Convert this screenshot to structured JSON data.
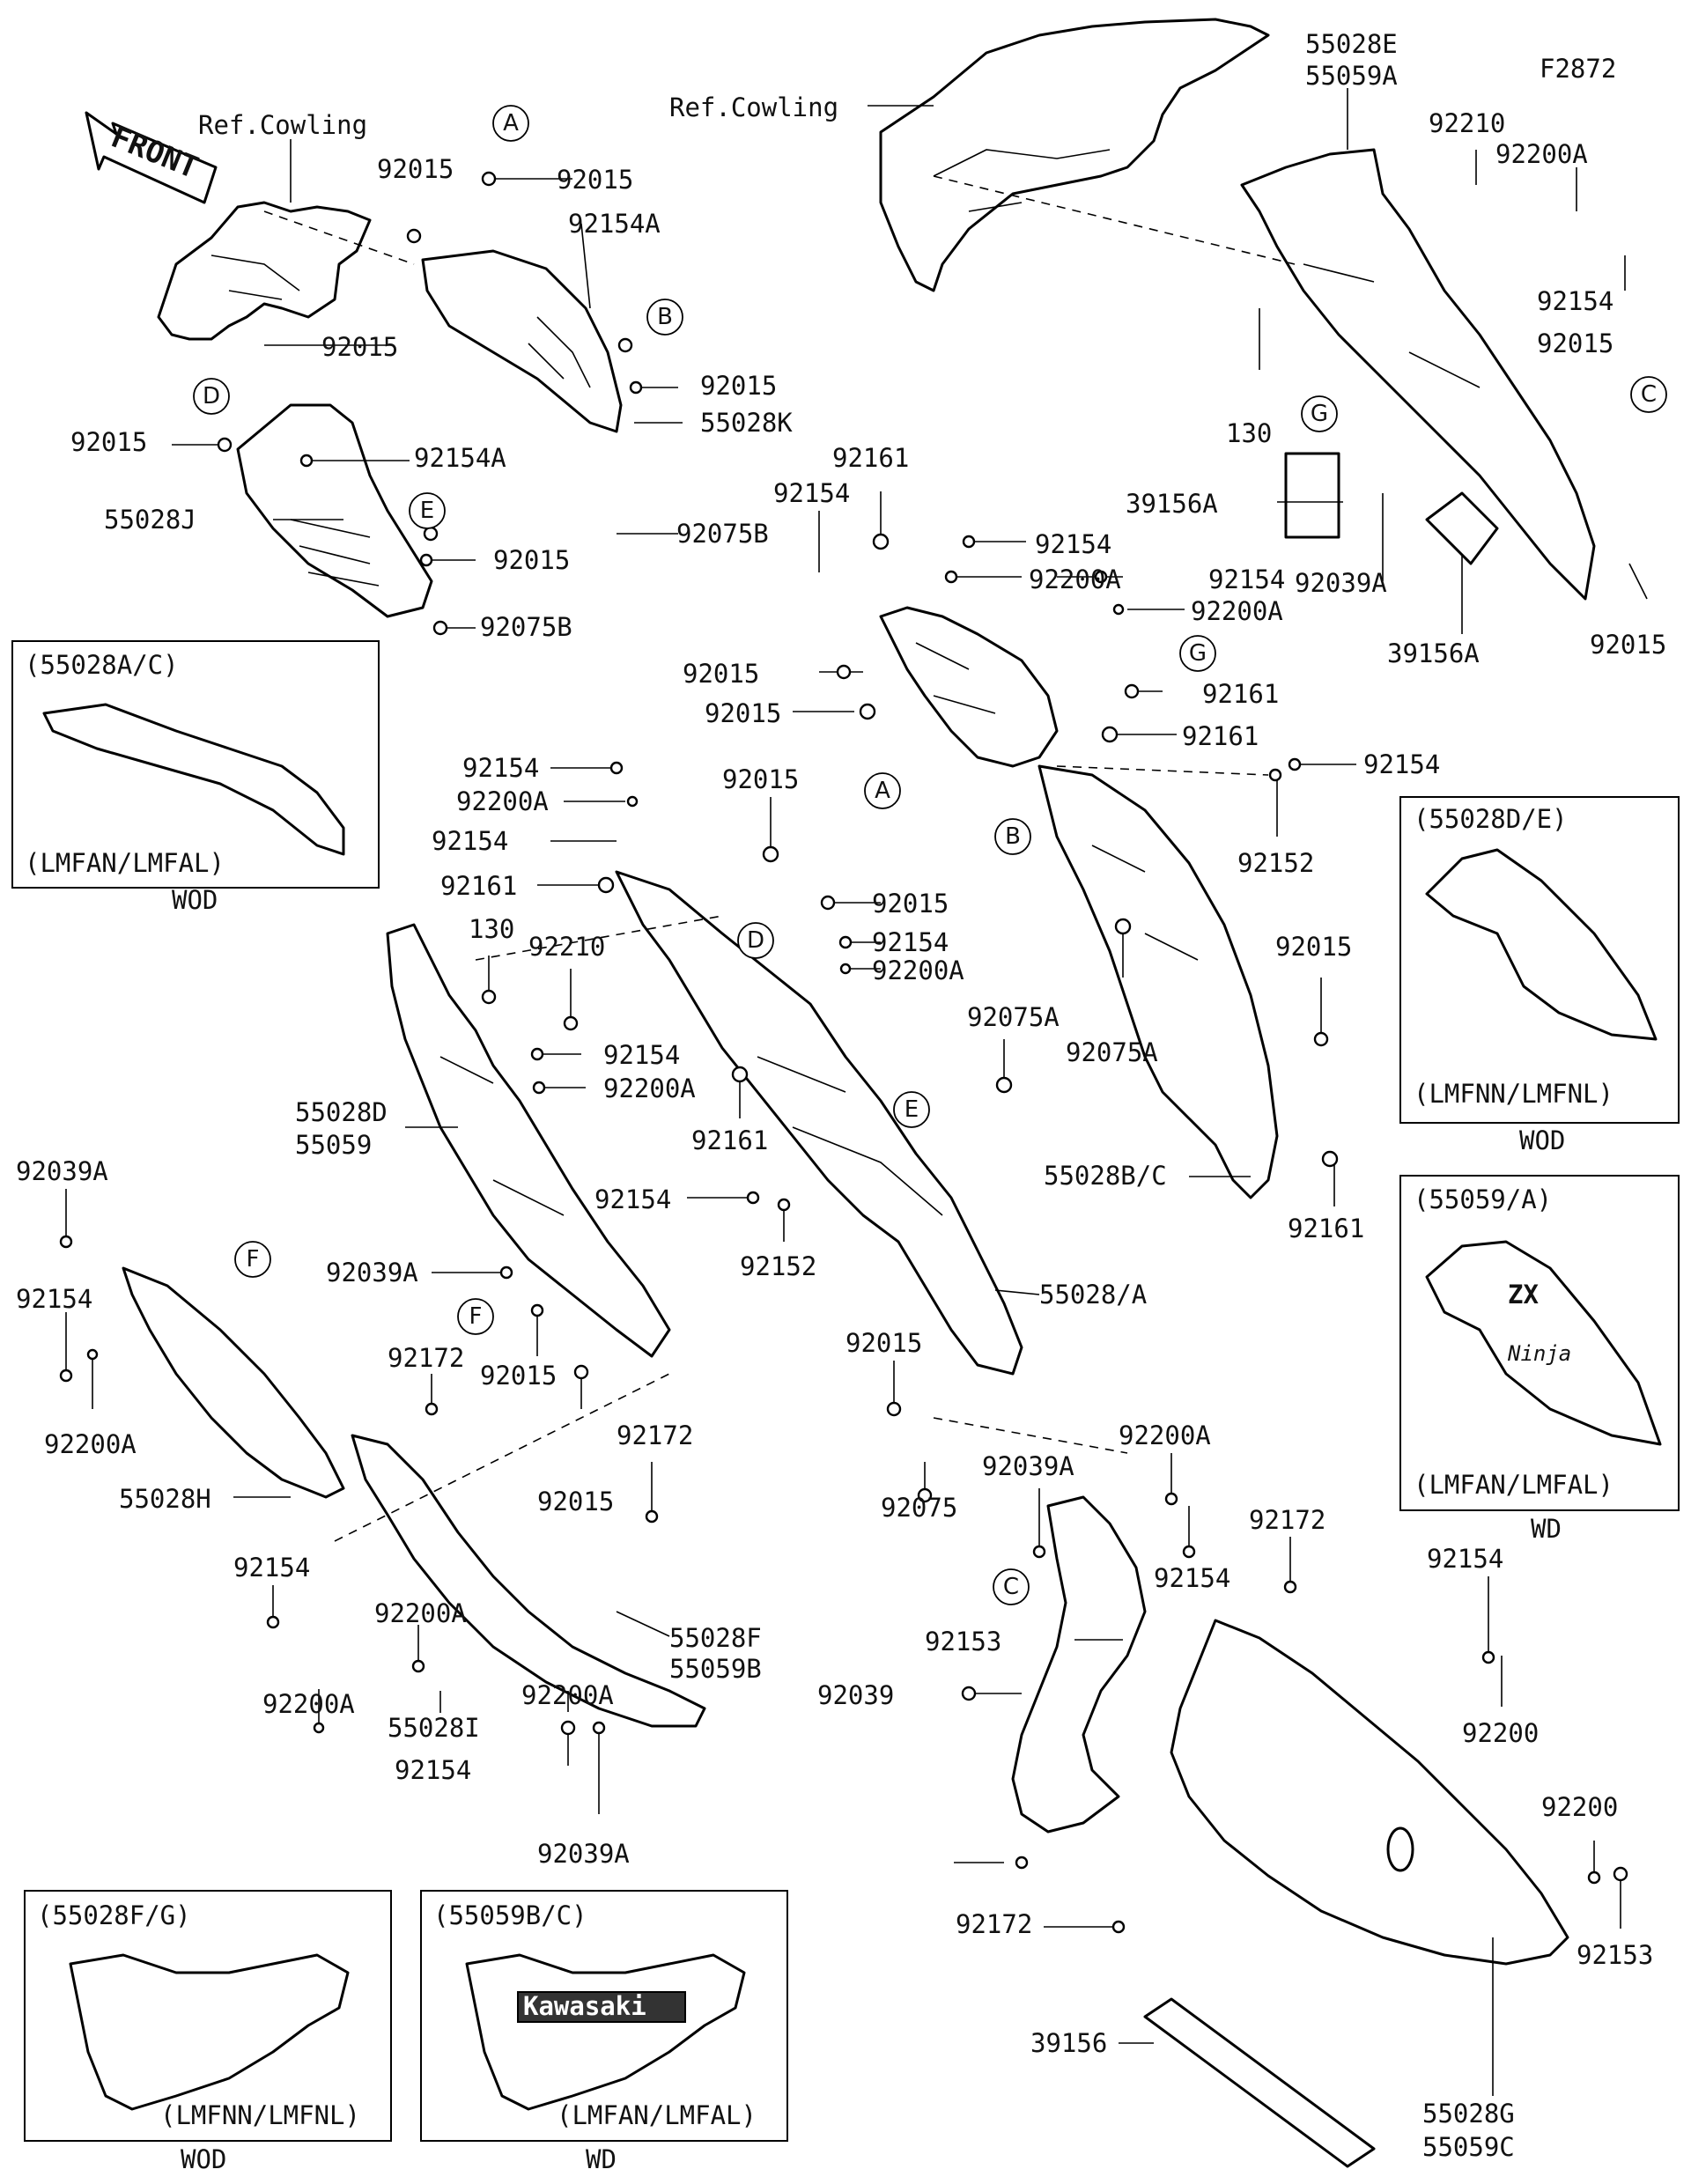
{
  "figure_code": "F2872",
  "front_arrow_text": "FRONT",
  "part_labels": [
    {
      "id": "l1",
      "text": "Ref.Cowling"
    },
    {
      "id": "l2",
      "text": "Ref.Cowling"
    },
    {
      "id": "l3",
      "text": "55028E"
    },
    {
      "id": "l4",
      "text": "55059A"
    },
    {
      "id": "l5",
      "text": "92210"
    },
    {
      "id": "l6",
      "text": "92200A"
    },
    {
      "id": "l7",
      "text": "92154"
    },
    {
      "id": "l8",
      "text": "92015"
    },
    {
      "id": "l9",
      "text": "130"
    },
    {
      "id": "l10",
      "text": "39156A"
    },
    {
      "id": "l11",
      "text": "92039A"
    },
    {
      "id": "l12",
      "text": "39156A"
    },
    {
      "id": "l13",
      "text": "92015"
    },
    {
      "id": "l14",
      "text": "92015"
    },
    {
      "id": "l15",
      "text": "92015"
    },
    {
      "id": "l16",
      "text": "92154A"
    },
    {
      "id": "l17",
      "text": "92015"
    },
    {
      "id": "l18",
      "text": "92015"
    },
    {
      "id": "l19",
      "text": "55028K"
    },
    {
      "id": "l20",
      "text": "92015"
    },
    {
      "id": "l21",
      "text": "92154A"
    },
    {
      "id": "l22",
      "text": "55028J"
    },
    {
      "id": "l23",
      "text": "92075B"
    },
    {
      "id": "l24",
      "text": "92015"
    },
    {
      "id": "l25",
      "text": "92075B"
    },
    {
      "id": "l26",
      "text": "92161"
    },
    {
      "id": "l27",
      "text": "92154"
    },
    {
      "id": "l28",
      "text": "92154"
    },
    {
      "id": "l29",
      "text": "92200A"
    },
    {
      "id": "l30",
      "text": "92154"
    },
    {
      "id": "l31",
      "text": "92200A"
    },
    {
      "id": "l32",
      "text": "92015"
    },
    {
      "id": "l33",
      "text": "92161"
    },
    {
      "id": "l34",
      "text": "92015"
    },
    {
      "id": "l35",
      "text": "92161"
    },
    {
      "id": "l36",
      "text": "92154"
    },
    {
      "id": "l37",
      "text": "92152"
    },
    {
      "id": "l38",
      "text": "92015"
    },
    {
      "id": "l39",
      "text": "92075A"
    },
    {
      "id": "l40",
      "text": "55028B/C"
    },
    {
      "id": "l41",
      "text": "92161"
    },
    {
      "id": "l42",
      "text": "92154"
    },
    {
      "id": "l43",
      "text": "92200A"
    },
    {
      "id": "l44",
      "text": "92015"
    },
    {
      "id": "l45",
      "text": "92154"
    },
    {
      "id": "l46",
      "text": "92161"
    },
    {
      "id": "l47",
      "text": "92015"
    },
    {
      "id": "l48",
      "text": "92154"
    },
    {
      "id": "l49",
      "text": "92200A"
    },
    {
      "id": "l50",
      "text": "130"
    },
    {
      "id": "l51",
      "text": "92210"
    },
    {
      "id": "l52",
      "text": "92154"
    },
    {
      "id": "l53",
      "text": "92200A"
    },
    {
      "id": "l54",
      "text": "92075A"
    },
    {
      "id": "l55",
      "text": "55028D"
    },
    {
      "id": "l56",
      "text": "55059"
    },
    {
      "id": "l57",
      "text": "92161"
    },
    {
      "id": "l58",
      "text": "92154"
    },
    {
      "id": "l59",
      "text": "92152"
    },
    {
      "id": "l60",
      "text": "55028/A"
    },
    {
      "id": "l61",
      "text": "92039A"
    },
    {
      "id": "l62",
      "text": "92039A"
    },
    {
      "id": "l63",
      "text": "92154"
    },
    {
      "id": "l64",
      "text": "92015"
    },
    {
      "id": "l65",
      "text": "92200A"
    },
    {
      "id": "l66",
      "text": "92172"
    },
    {
      "id": "l67",
      "text": "92015"
    },
    {
      "id": "l68",
      "text": "92172"
    },
    {
      "id": "l69",
      "text": "55028H"
    },
    {
      "id": "l70",
      "text": "92015"
    },
    {
      "id": "l71",
      "text": "92075"
    },
    {
      "id": "l72",
      "text": "92039A"
    },
    {
      "id": "l73",
      "text": "92200A"
    },
    {
      "id": "l74",
      "text": "92154"
    },
    {
      "id": "l75",
      "text": "92154"
    },
    {
      "id": "l76",
      "text": "92172"
    },
    {
      "id": "l77",
      "text": "92200A"
    },
    {
      "id": "l78",
      "text": "92154"
    },
    {
      "id": "l79",
      "text": "55028F"
    },
    {
      "id": "l80",
      "text": "55059B"
    },
    {
      "id": "l81",
      "text": "92200A"
    },
    {
      "id": "l82",
      "text": "92153"
    },
    {
      "id": "l83",
      "text": "92200A"
    },
    {
      "id": "l84",
      "text": "92200"
    },
    {
      "id": "l85",
      "text": "55028I"
    },
    {
      "id": "l86",
      "text": "92039"
    },
    {
      "id": "l87",
      "text": "92154"
    },
    {
      "id": "l88",
      "text": "92039A"
    },
    {
      "id": "l89",
      "text": "92200"
    },
    {
      "id": "l90",
      "text": "92172"
    },
    {
      "id": "l91",
      "text": "92153"
    },
    {
      "id": "l92",
      "text": "39156"
    },
    {
      "id": "l93",
      "text": "55028G"
    },
    {
      "id": "l94",
      "text": "55059C"
    }
  ],
  "reference_letters": [
    "A",
    "B",
    "C",
    "D",
    "E",
    "F",
    "G",
    "A",
    "B",
    "D",
    "E",
    "F",
    "C",
    "G"
  ],
  "variant_boxes": [
    {
      "id": "v1",
      "model": "(55028A/C)",
      "variant": "(LMFAN/LMFAL)",
      "finish": "WOD"
    },
    {
      "id": "v2",
      "model": "(55028D/E)",
      "variant": "(LMFNN/LMFNL)",
      "finish": "WOD"
    },
    {
      "id": "v3",
      "model": "(55059/A)",
      "variant": "(LMFAN/LMFAL)",
      "finish": "WD"
    },
    {
      "id": "v4",
      "model": "(55028F/G)",
      "variant": "(LMFNN/LMFNL)",
      "finish": "WOD"
    },
    {
      "id": "v5",
      "model": "(55059B/C)",
      "variant": "(LMFAN/LMFAL)",
      "finish": "WD"
    }
  ],
  "decal_texts": {
    "ninja": "Ninja",
    "zx": "ZX",
    "kawasaki": "Kawasaki"
  }
}
